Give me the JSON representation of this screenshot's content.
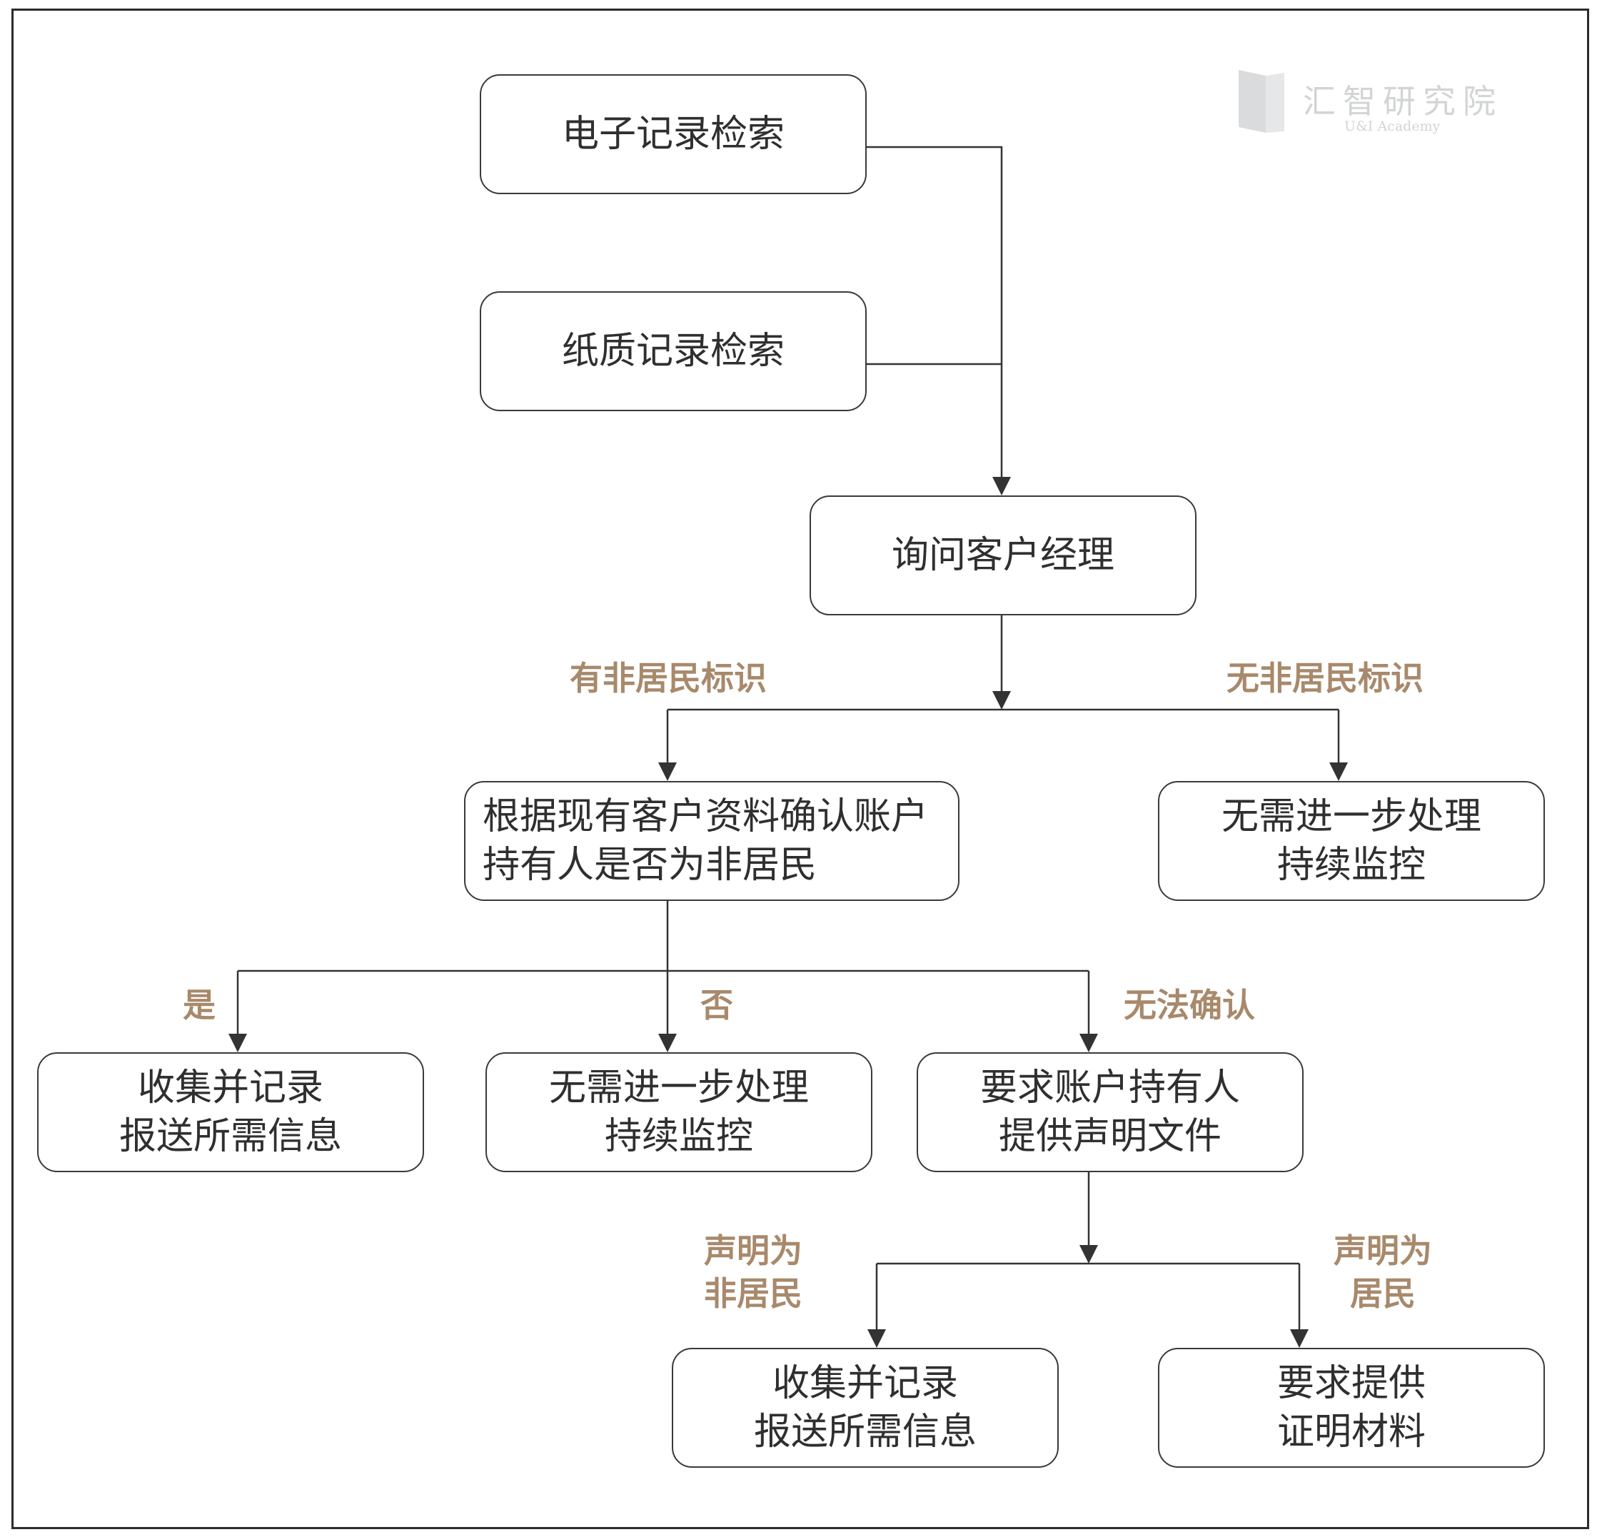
{
  "watermark": {
    "chinese": "汇智研究院",
    "english": "U&I Academy"
  },
  "nodes": {
    "electronic_search": "电子记录检索",
    "paper_search": "纸质记录检索",
    "ask_manager": "询问客户经理",
    "confirm": {
      "line1": "根据现有客户资料确认账户",
      "line2": "持有人是否为非居民"
    },
    "no_action_right": {
      "line1": "无需进一步处理",
      "line2": "持续监控"
    },
    "collect_report": {
      "line1": "收集并记录",
      "line2": "报送所需信息"
    },
    "no_action_mid": {
      "line1": "无需进一步处理",
      "line2": "持续监控"
    },
    "request_declaration": {
      "line1": "要求账户持有人",
      "line2": "提供声明文件"
    },
    "collect_report_2": {
      "line1": "收集并记录",
      "line2": "报送所需信息"
    },
    "request_proof": {
      "line1": "要求提供",
      "line2": "证明材料"
    }
  },
  "edge_labels": {
    "has_nonresident": "有非居民标识",
    "no_nonresident": "无非居民标识",
    "yes": "是",
    "no": "否",
    "cannot_confirm": "无法确认",
    "declared_nonresident": {
      "line1": "声明为",
      "line2": "非居民"
    },
    "declared_resident": {
      "line1": "声明为",
      "line2": "居民"
    }
  },
  "colors": {
    "line": "#333333",
    "label": "#a8896b",
    "border": "#3a3a3a",
    "watermark": "#d2d4d6"
  }
}
